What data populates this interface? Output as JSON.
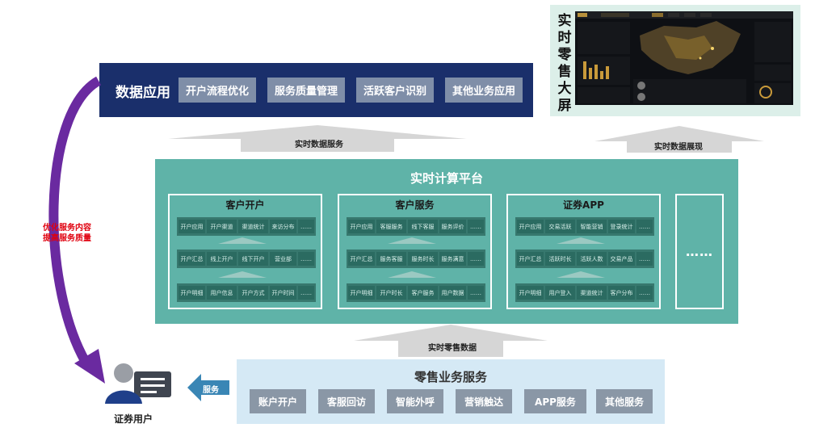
{
  "apps": {
    "title": "数据应用",
    "buttons": [
      "开户流程优化",
      "服务质量管理",
      "活跃客户识别",
      "其他业务应用"
    ]
  },
  "screen": {
    "title": "实时零售大屏"
  },
  "arrows": {
    "realtime_data_service": "实时数据服务",
    "realtime_data_display": "实时数据展现",
    "realtime_retail_data": "实时零售数据"
  },
  "platform": {
    "title": "实时计算平台",
    "groups": [
      {
        "title": "客户开户",
        "rows": [
          [
            "开户应用",
            "开户渠道",
            "渠道统计",
            "来访分布",
            "……"
          ],
          [
            "开户汇总",
            "线上开户",
            "线下开户",
            "营业部",
            "……"
          ],
          [
            "开户明细",
            "用户信息",
            "开户方式",
            "开户时间",
            "……"
          ]
        ]
      },
      {
        "title": "客户服务",
        "rows": [
          [
            "开户应用",
            "客服服务",
            "线下客服",
            "服务评价",
            "……"
          ],
          [
            "开户汇总",
            "服务客服",
            "服务时长",
            "服务满意",
            "……"
          ],
          [
            "开户明细",
            "开户时长",
            "客户服务",
            "用户数据",
            "……"
          ]
        ]
      },
      {
        "title": "证券APP",
        "rows": [
          [
            "开户应用",
            "交易活跃",
            "智能营销",
            "登录统计",
            "……"
          ],
          [
            "开户汇总",
            "活跃时长",
            "活跃人数",
            "交易产品",
            "……"
          ],
          [
            "开户明细",
            "用户登入",
            "渠道统计",
            "客户分布",
            "……"
          ]
        ]
      }
    ],
    "more": "……"
  },
  "retail": {
    "title": "零售业务服务",
    "buttons": [
      "账户开户",
      "客服回访",
      "智能外呼",
      "营销触达",
      "APP服务",
      "其他服务"
    ]
  },
  "left": {
    "curve_line1": "优化服务内容",
    "curve_line2": "提高服务质量",
    "service": "服务",
    "user": "证券用户"
  }
}
